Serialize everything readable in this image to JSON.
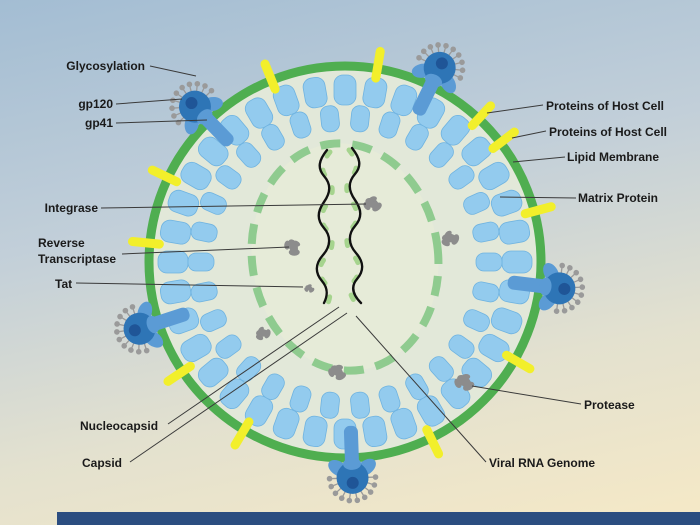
{
  "labels": {
    "glycosylation": "Glycosylation",
    "gp120": "gp120",
    "gp41": "gp41",
    "integrase": "Integrase",
    "reverse": "Reverse",
    "transcriptase": "Transcriptase",
    "tat": "Tat",
    "nucleocapsid": "Nucleocapsid",
    "capsid": "Capsid",
    "host_proteins_top": "Proteins of Host Cell",
    "host_proteins_bottom": "Proteins of Host Cell",
    "lipid_membrane": "Lipid Membrane",
    "matrix_protein": "Matrix Protein",
    "protease": "Protease",
    "viral_rna_genome": "Viral RNA Genome"
  },
  "colors": {
    "background_top": "#a3bdd3",
    "background_bottom": "#f6e9c6",
    "membrane_green": "#4fae50",
    "capsid_green": "#8fcb8f",
    "interior_fill": "#e2e8d9",
    "capsid_fill": "#e6ebd8",
    "matrix_blue": "#93cbee",
    "matrix_blue_edge": "#6fb3e0",
    "spike_mid_blue": "#5b9bd5",
    "spike_dark_blue": "#2e75b6",
    "spike_core_blue": "#1f5597",
    "host_protein_yellow": "#f2ef2b",
    "enzyme_gray": "#8c8c8c",
    "glyco_gray": "#9a9a9a",
    "rna_black": "#111111",
    "nucleocapsid_green": "#a6d48e",
    "label_text": "#1a1a1a",
    "leader_line": "#3a3a3a",
    "footer_navy": "#2b4d80"
  }
}
